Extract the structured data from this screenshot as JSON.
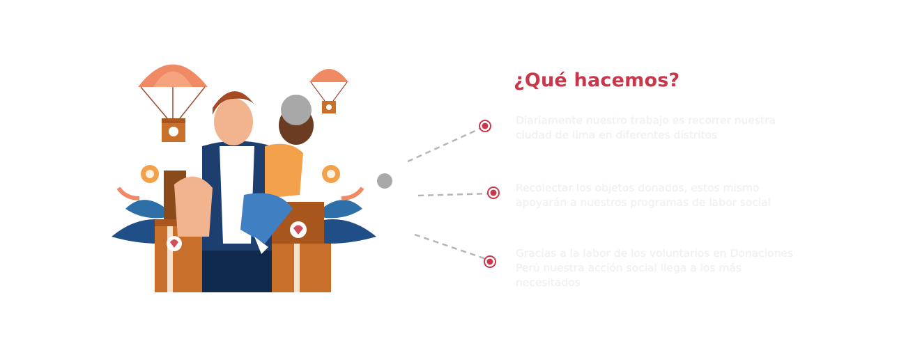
{
  "section": {
    "title": "¿Qué hacemos?",
    "items": [
      {
        "text": "Diariamente nuestro trabajo es recorrer nuestra ciudad de lima en diferentes distritos"
      },
      {
        "text": "Recolectar los objetos donados, estos mismo apoyarán a nuestros programas de labor social"
      },
      {
        "text": "Gracias a la labor de los voluntarios en Donaciones Perú nuestra acción social llega a los más necesitados"
      }
    ]
  },
  "colors": {
    "accent": "#c8384a",
    "connector": "#b5b5b5",
    "hub": "#a9a9a9",
    "box": "#c8702a",
    "parachute": "#f08a64"
  },
  "illustration": {
    "icons": [
      "parachute-box-icon",
      "parachute-box-icon",
      "heart-icon",
      "flower-icon",
      "leaf-icon"
    ]
  }
}
